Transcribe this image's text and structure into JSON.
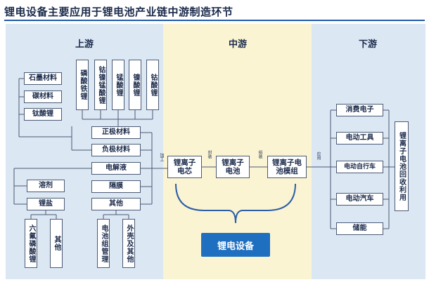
{
  "title": "锂电设备主要应用于锂电池产业链中游制造环节",
  "sections": {
    "upstream": "上游",
    "midstream": "中游",
    "downstream": "下游"
  },
  "upstream": {
    "left_materials": [
      "石墨材料",
      "碳材料",
      "钛酸锂"
    ],
    "vertical_materials": [
      "磷酸铁锂",
      "钴镍锰酸锂",
      "锰酸锂",
      "镍酸锂",
      "钴酸锂"
    ],
    "components": [
      "正极材料",
      "负极材料",
      "电解液",
      "隔膜",
      "其他"
    ],
    "electrolyte_inputs": [
      "溶剂",
      "锂盐"
    ],
    "salt_inputs": [
      "六氟磷酸锂",
      "其他"
    ],
    "other_inputs": [
      "电池组管理",
      "外壳及其他"
    ]
  },
  "midstream": {
    "chain": [
      "锂离子电芯",
      "锂离子电池",
      "锂离子电池模组"
    ],
    "labels": {
      "process": "加工",
      "package": "封装",
      "assemble": "组装",
      "apply": "应用"
    },
    "equipment": "锂电设备"
  },
  "downstream": {
    "applications": [
      "消费电子",
      "电动工具",
      "电动自行车",
      "电动汽车",
      "储能"
    ],
    "recycling": "锂离子电池回收利用"
  },
  "colors": {
    "upstream_bg": "#dce7f4",
    "midstream_bg": "#fbf4d3",
    "equipment_bg": "#1f6fc1",
    "title_rule": "#1f5aa6"
  }
}
